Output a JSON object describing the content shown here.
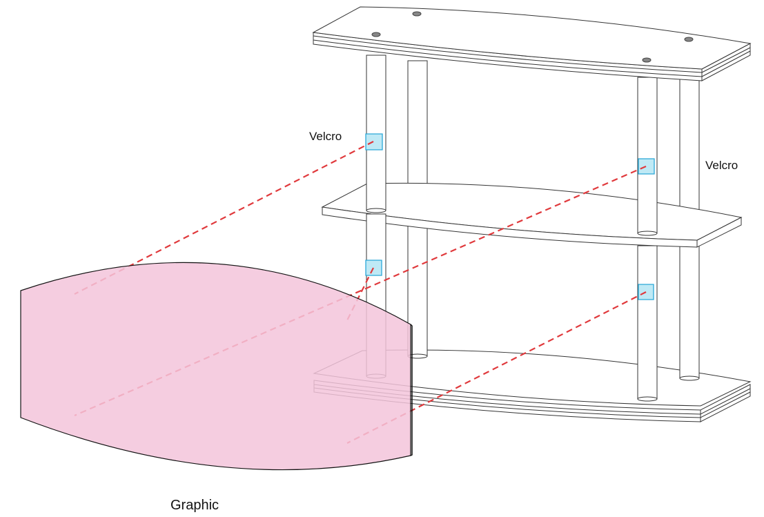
{
  "labels": {
    "velcro_left": "Velcro",
    "velcro_right": "Velcro",
    "graphic": "Graphic"
  },
  "colors": {
    "outline": "#333333",
    "shelf_fill": "#ffffff",
    "post_fill": "#ffffff",
    "velcro_fill": "#bfe9f5",
    "velcro_stroke": "#2aa8d8",
    "graphic_fill": "#f3c4db",
    "leader_line": "#e0393c"
  }
}
